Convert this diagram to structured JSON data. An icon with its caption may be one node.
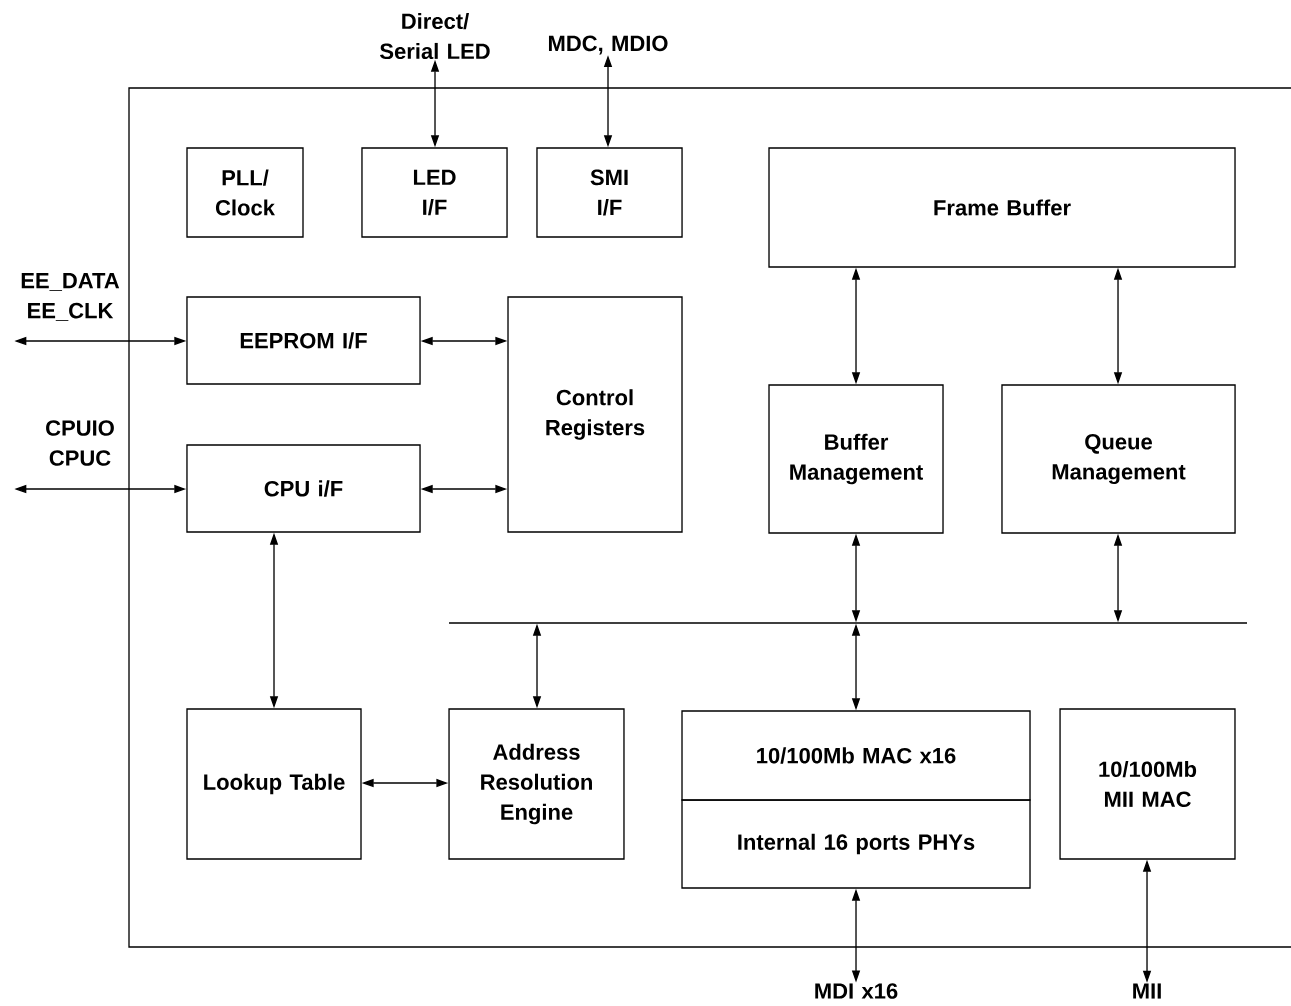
{
  "diagram": {
    "nodes": [
      {
        "text": [
          "Direct/ Serial LED"
        ]
      },
      {
        "text": [
          "MDC, MDIO"
        ]
      },
      {
        "text": [
          "PLL/ Clock"
        ]
      },
      {
        "text": [
          "LED I/F"
        ]
      },
      {
        "text": [
          "SMI I/F"
        ]
      },
      {
        "text": [
          "Frame Buffer"
        ]
      },
      {
        "text": [
          "EE_DATA EE_CLK"
        ]
      },
      {
        "text": [
          "EEPROM I/F"
        ]
      },
      {
        "text": [
          "Control Registers"
        ]
      },
      {
        "text": [
          "Buffer Management"
        ]
      },
      {
        "text": [
          "Queue Management"
        ]
      },
      {
        "text": [
          "CPUIO CPUC"
        ]
      },
      {
        "text": [
          "CPU i/F"
        ]
      },
      {
        "text": [],
        "shape": "line"
      },
      {
        "text": [
          "Lookup Table"
        ]
      },
      {
        "text": [
          "Address Resolution Engine"
        ]
      },
      {
        "text": [
          "10/100Mb MAC x16"
        ]
      },
      {
        "text": [
          "Internal 16 ports PHYs"
        ]
      },
      {
        "text": [
          "10/100Mb MII MAC"
        ]
      },
      {
        "text": [
          "MDI x16"
        ]
      },
      {
        "text": [
          "MII"
        ]
      }
    ],
    "edges": [
      {
        "from": 0,
        "to": 3,
        "arrow": "both"
      },
      {
        "from": 1,
        "to": 4,
        "arrow": "both"
      },
      {
        "from": 6,
        "to": 7,
        "arrow": "both"
      },
      {
        "from": 7,
        "to": 8,
        "arrow": "both"
      },
      {
        "from": 11,
        "to": 12,
        "arrow": "both"
      },
      {
        "from": 12,
        "to": 8,
        "arrow": "both"
      },
      {
        "from": 5,
        "to": 9,
        "arrow": "both"
      },
      {
        "from": 5,
        "to": 10,
        "arrow": "both"
      },
      {
        "from": 9,
        "to": 13,
        "arrow": "both"
      },
      {
        "from": 10,
        "to": 13,
        "arrow": "both"
      },
      {
        "from": 12,
        "to": 14,
        "arrow": "both"
      },
      {
        "from": 15,
        "to": 13,
        "arrow": "both"
      },
      {
        "from": 13,
        "to": 16,
        "arrow": "both"
      },
      {
        "from": 14,
        "to": 15,
        "arrow": "both"
      },
      {
        "from": 17,
        "to": 19,
        "arrow": "both"
      },
      {
        "from": 18,
        "to": 20,
        "arrow": "both"
      }
    ]
  }
}
